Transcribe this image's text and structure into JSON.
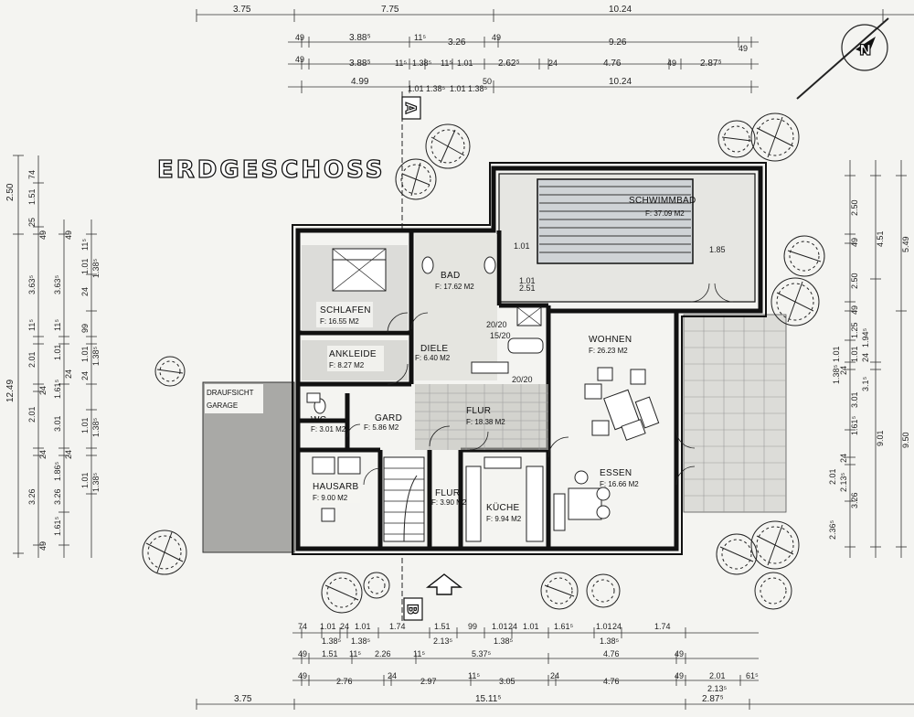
{
  "title": "ERDGESCHOSS",
  "section_markers": {
    "a": "A",
    "b": "B"
  },
  "garage_label": [
    "DRAUFSICHT",
    "GARAGE"
  ],
  "rooms": [
    {
      "name": "SCHLAFEN",
      "area": "F: 16.55 M2"
    },
    {
      "name": "ANKLEIDE",
      "area": "F: 8.27 M2"
    },
    {
      "name": "BAD",
      "area": "F: 17.62 M2"
    },
    {
      "name": "SCHWIMMBAD",
      "area": "F: 37.09 M2"
    },
    {
      "name": "WOHNEN",
      "area": "F: 26.23 M2"
    },
    {
      "name": "ESSEN",
      "area": "F: 16.66 M2"
    },
    {
      "name": "KÜCHE",
      "area": "F: 9.94 M2"
    },
    {
      "name": "FLUR",
      "area": "F: 18.38 M2"
    },
    {
      "name": "HAUSARB",
      "area": "F: 9.00 M2"
    },
    {
      "name": "WC",
      "area": "F: 3.01 M2"
    },
    {
      "name": "GARD",
      "area": "F: 5.86 M2"
    },
    {
      "name": "DIELE",
      "area": "F: 6.40 M2"
    },
    {
      "name": "FLUR",
      "area": "F: 3.90 M2"
    }
  ],
  "dims_top": {
    "row1": [
      "3.75",
      "7.75",
      "10.24"
    ],
    "row2": [
      "49",
      "3.88⁵",
      "11⁵",
      "3.26",
      "49",
      "9.26",
      "49"
    ],
    "row3": [
      "49",
      "3.88⁵",
      "11⁵",
      "1.38⁵",
      "11⁵",
      "1.01",
      "2.62⁵",
      "24",
      "4.76",
      "49",
      "2.87⁵"
    ],
    "row4": [
      "4.99",
      "1.01 1.38⁵",
      "1.01 1.38⁵",
      "50",
      "10.24"
    ]
  },
  "dims_bottom": {
    "row1": [
      "74",
      "1.01",
      "24",
      "1.01",
      "1.74",
      "1.51",
      "99",
      "1.01",
      "24",
      "1.01",
      "1.61⁵",
      "1.01",
      "24",
      "1.74"
    ],
    "row1b": [
      "1.38⁵",
      "1.38⁵",
      "2.13⁵",
      "1.38⁵",
      "1.38⁵"
    ],
    "row2": [
      "49",
      "1.51",
      "11⁵",
      "2.26",
      "11⁵",
      "5.37⁵",
      "4.76",
      "49"
    ],
    "row3": [
      "49",
      "2.76",
      "24",
      "2.97",
      "11⁵",
      "3.05",
      "24",
      "4.76",
      "49",
      "2.01",
      "2.13⁵",
      "61⁵"
    ],
    "row4": [
      "3.75",
      "15.11⁵",
      "2.87⁵"
    ]
  },
  "dims_left": {
    "col1": [
      "2.50",
      "12.49"
    ],
    "col2": [
      "74",
      "1.51",
      "25",
      "49",
      "3.63⁵",
      "11⁵",
      "2.01",
      "24",
      "2.01",
      "24",
      "3.26",
      "49"
    ],
    "col3": [
      "49",
      "3.63⁵",
      "11⁵",
      "1.01",
      "24",
      "1.61⁵",
      "3.01",
      "24",
      "1.86⁵",
      "3.26",
      "1.61⁵"
    ],
    "col4": [
      "11⁵",
      "1.01",
      "1.38⁵",
      "24",
      "99",
      "1.01",
      "1.38⁵",
      "24",
      "1.01",
      "1.38⁵",
      "1.01",
      "1.38⁵"
    ]
  },
  "dims_right": {
    "col1": [
      "2.50",
      "49",
      "2.50",
      "49",
      "1.25",
      "1.01",
      "24",
      "3.01",
      "1.61⁵",
      "24",
      "2.01",
      "2.13⁵",
      "3.26",
      "2.36⁵"
    ],
    "col2": [
      "4.51",
      "1.01",
      "24",
      "1.94⁵",
      "1.38⁵",
      "3.1⁵",
      "9.01"
    ],
    "col3": [
      "5.49",
      "9.50"
    ]
  },
  "inner_dims": [
    "1.01",
    "2.51",
    "1.01",
    "1.85",
    "20/20",
    "15/20",
    "20/20"
  ],
  "north_label": "N"
}
